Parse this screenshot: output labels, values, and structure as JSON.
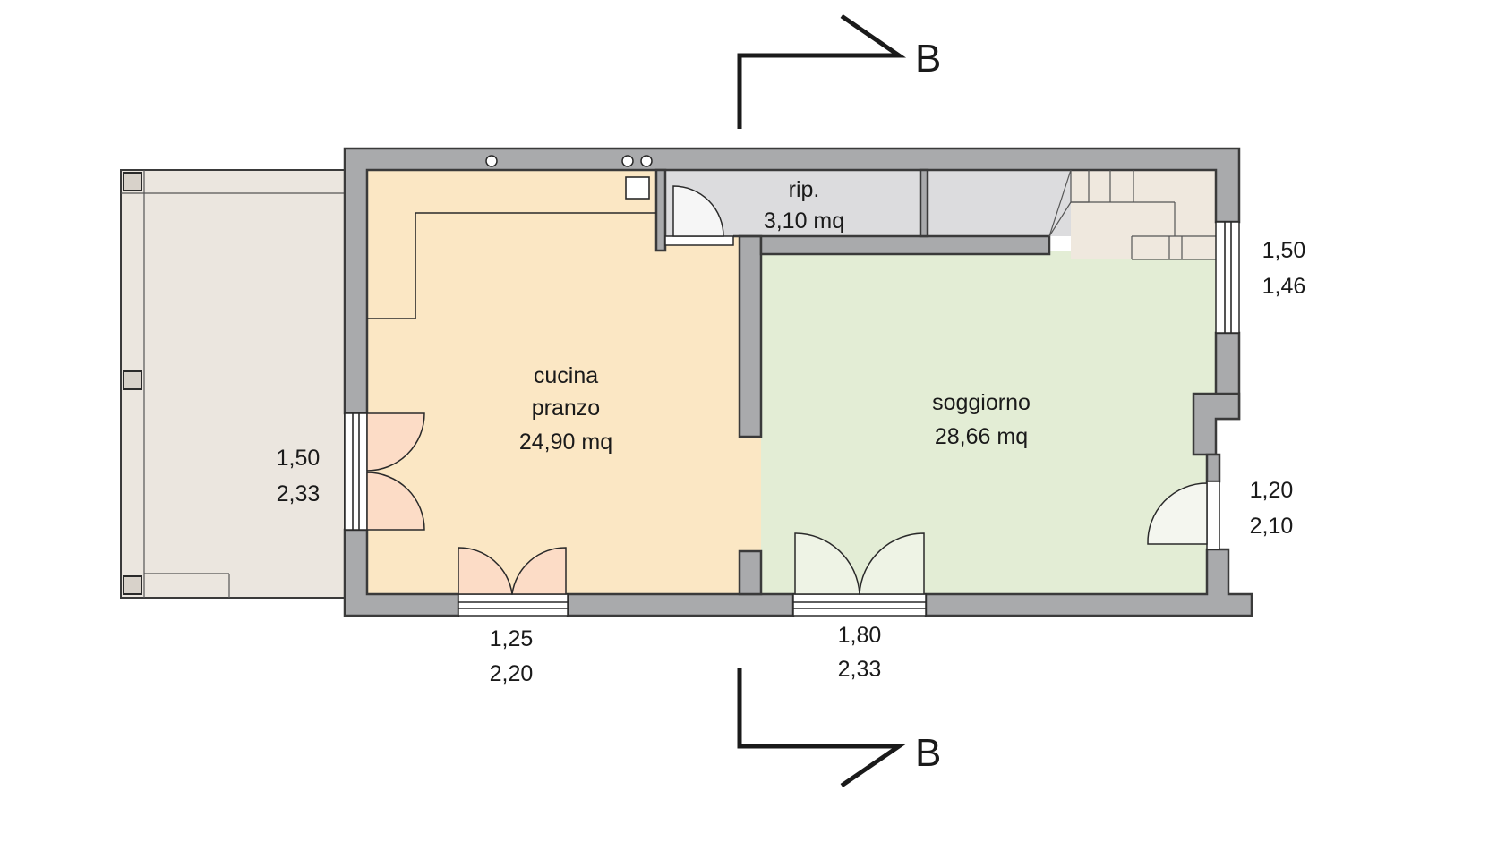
{
  "section_marker": {
    "top_label": "B",
    "bottom_label": "B"
  },
  "rooms": {
    "kitchen": {
      "name_line1": "cucina",
      "name_line2": "pranzo",
      "area": "24,90 mq"
    },
    "storage": {
      "name": "rip.",
      "area": "3,10 mq"
    },
    "living": {
      "name": "soggiorno",
      "area": "28,66 mq"
    }
  },
  "openings": {
    "left_door": {
      "width": "1,50",
      "height": "2,33"
    },
    "kitchen_door": {
      "width": "1,25",
      "height": "2,20"
    },
    "living_door": {
      "width": "1,80",
      "height": "2,33"
    },
    "right_window": {
      "width": "1,50",
      "height": "1,46"
    },
    "right_door": {
      "width": "1,20",
      "height": "2,10"
    }
  },
  "colors": {
    "kitchen_fill": "#fbe7c4",
    "living_fill": "#e3edd5",
    "storage_fill": "#dcdcde",
    "porch_fill": "#ebe6df",
    "wall_fill": "#a9aaac",
    "door_swing_fill": "#fcdcc6"
  }
}
